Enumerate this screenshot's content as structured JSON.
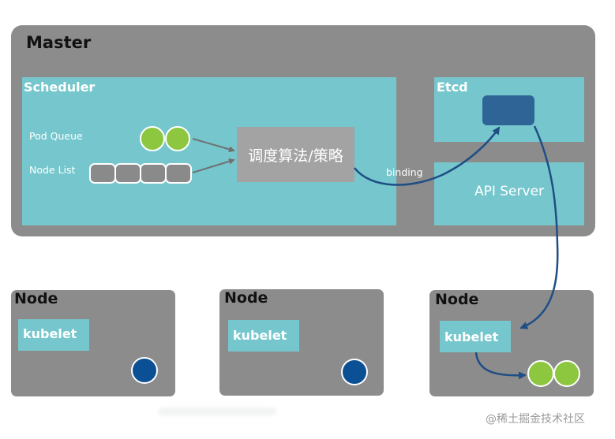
{
  "master": {
    "title": "Master",
    "scheduler": {
      "title": "Scheduler",
      "pod_queue_label": "Pod Queue",
      "node_list_label": "Node List",
      "pod_queue_count": 2,
      "node_list_count": 4,
      "algorithm_label": "调度算法/策略"
    },
    "etcd": {
      "title": "Etcd"
    },
    "api_server": {
      "title": "API Server"
    },
    "binding_label": "binding"
  },
  "nodes": [
    {
      "title": "Node",
      "kubelet_label": "kubelet",
      "pods": 1,
      "pod_color": "#0b4f95"
    },
    {
      "title": "Node",
      "kubelet_label": "kubelet",
      "pods": 1,
      "pod_color": "#0b4f95"
    },
    {
      "title": "Node",
      "kubelet_label": "kubelet",
      "pods": 2,
      "pod_color": "#8dc63f"
    }
  ],
  "colors": {
    "box_gray": "#8c8c8c",
    "component_teal": "#76c7cd",
    "algorithm_gray": "#a3a3a3",
    "etcd_store_blue": "#2f6496",
    "arrow_blue": "#1f4e85",
    "arrow_gray": "#707070",
    "pod_green": "#8dc63f"
  },
  "watermark": "@稀土掘金技术社区"
}
